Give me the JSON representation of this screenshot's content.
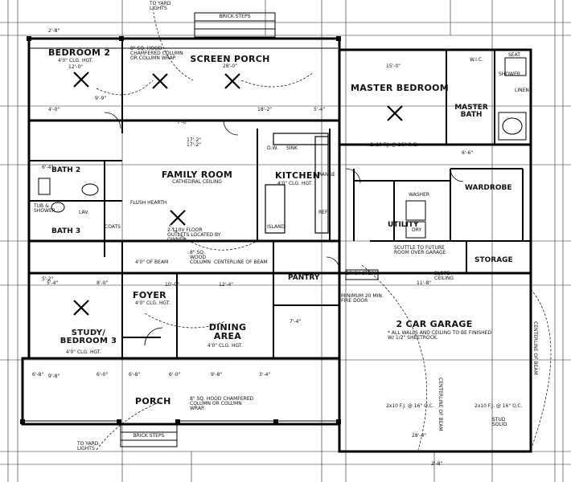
{
  "rooms": {
    "bedroom2": "BEDROOM 2",
    "bedroom2_ceiling": "4'0\" CLG. HGT.",
    "bedroom2_size": "12'-0\"",
    "screen_porch": "SCREEN PORCH",
    "screen_porch_size": "28'-0\"",
    "master_bedroom": "MASTER BEDROOM",
    "master_bedroom_size": "15'-0\"",
    "master_bath": "MASTER BATH",
    "family_room": "FAMILY ROOM",
    "family_room_ceiling": "CATHEDRAL CEILING",
    "family_room_width": "17'-2\"",
    "kitchen": "KITCHEN",
    "kitchen_ceiling": "4'0\" CLG. HGT.",
    "bath2": "BATH 2",
    "bath3": "BATH 3",
    "wardrobe": "WARDROBE",
    "utility": "UTILITY",
    "storage": "STORAGE",
    "pantry": "PANTRY",
    "foyer": "FOYER",
    "foyer_ceiling": "4'0\" CLG. HGT.",
    "study": "STUDY/ BEDROOM 3",
    "study_ceiling": "4'0\" CLG. HGT.",
    "dining": "DINING AREA",
    "dining_ceiling": "4'0\" CLG. HGT.",
    "garage": "2 CAR GARAGE",
    "porch": "PORCH"
  },
  "notes": {
    "yard_lights_top": "TO YARD LIGHTS",
    "yard_lights_bottom": "TO YARD LIGHTS",
    "brick_steps_top": "BRICK STEPS",
    "brick_steps_bottom": "BRICK STEPS",
    "brick_steps_garage": "BRICK STEPS",
    "column_wrap_top": "8\" SQ. HOOD CHAMFERED COLUMN OR COLUMN WRAP.",
    "column_wrap_bottom": "8\" SQ. HOOD CHAMFERED COLUMN OR COLUMN WRAP.",
    "wood_column": "8\" SQ. WOOD COLUMN",
    "centerline_beam": "CENTERLINE OF BEAM",
    "centerline_beam_garage_a": "CENTERLINE OF BEAM",
    "centerline_beam_garage_b": "CENTERLINE OF BEAM",
    "floor_outlets": "2-110V FLOOR OUTLETS LOCATED BY OWNER",
    "garage_walls": "* ALL WALLS AND CEILING TO BE FINISHED W/ 1/2\" SHEETROCK.",
    "fire_door": "MINIMUM 20 MIN. FIRE DOOR",
    "future_room": "SCUTTLE TO FUTURE ROOM OVER GARAGE",
    "slope_ceiling": "SLOPE CEILING",
    "joists_garage_1": "2x10 F.J. @ 16\" O.C.",
    "joists_garage_2": "2x10 F.J. @ 16\" O.C.",
    "joists_master": "2x10 F.J. @ 16\" O.C.",
    "stud_solid": "STUD SOLID",
    "flush_hearth": "FLUSH HEARTH",
    "coats": "COATS",
    "linen": "LINEN",
    "seat": "SEAT",
    "shower": "SHOWER",
    "island": "ISLAND",
    "sink": "SINK",
    "dw": "D.W.",
    "range": "RANGE",
    "ref": "REF",
    "washer": "WASHER",
    "dryer": "DRY",
    "wic": "W.I.C.",
    "lav": "LAV.",
    "tub": "TUB & SHOWER",
    "beam_note": "4'0\" OF BEAM"
  },
  "dims": {
    "d1": "2'-8\"",
    "d2": "9'-9\"",
    "d3": "4'-0\"",
    "d4": "7'-0\"",
    "d5": "17'-2\"",
    "d6": "18'-2\"",
    "d7": "5'-4\"",
    "d8": "6'-4\"",
    "d9": "10'-0\"",
    "d10": "12'-4\"",
    "d11": "5'-4\"",
    "d12": "8'-0\"",
    "d13": "6'-8\"",
    "d14": "9'-8\"",
    "d15": "11'-8\"",
    "d16": "28'-4\"",
    "d17": "6'-0\"",
    "d18": "6'-8\"",
    "d19": "6'-0\"",
    "d20": "9'-8\"",
    "d21": "3'-4\"",
    "d22": "6'-6\"",
    "d23": "2'-8\"",
    "d24": "5'-2\"",
    "d25": "7'-4\""
  }
}
